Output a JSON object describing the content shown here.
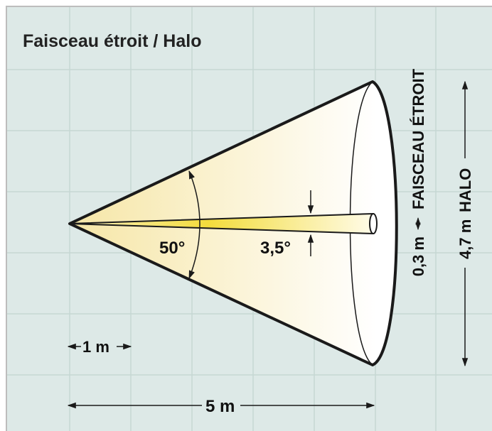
{
  "title": "Faisceau étroit / Halo",
  "wide_angle": "50°",
  "narrow_angle": "3,5°",
  "scale_label": "1 m",
  "distance_label": "5 m",
  "narrow_beam_label": "FAISCEAU ÉTROIT",
  "narrow_width_label": "0,3 m",
  "halo_label": "HALO",
  "halo_width_label": "4,7 m",
  "colors": {
    "background_grid": "#dde9e7",
    "grid_line": "#c7d8d5",
    "border": "#bfbfbf",
    "cone_fill": "#f8eab8",
    "beam_fill": "#f3d835",
    "outline": "#1a1a1a"
  }
}
